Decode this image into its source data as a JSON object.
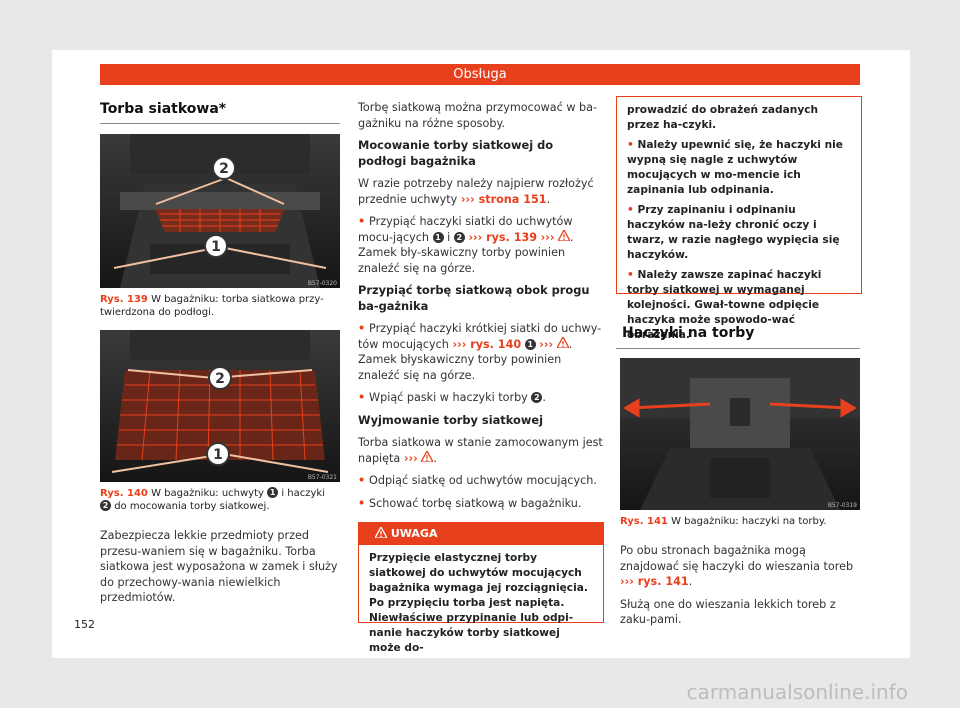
{
  "header": "Obsługa",
  "page_number": "152",
  "watermark": "carmanualsonline.info",
  "left": {
    "title": "Torba siatkowa*",
    "fig1": {
      "code": "B57-0320",
      "num": "Rys. 139",
      "text": "W bagażniku: torba siatkowa przy-twierdzona do podłogi."
    },
    "fig2": {
      "code": "B57-0321",
      "num": "Rys. 140",
      "text_a": "W bagażniku: uchwyty",
      "text_b": "i haczyki",
      "text_c": "do mocowania torby siatkowej."
    },
    "para": "Zabezpiecza lekkie przedmioty przed przesu-waniem się w bagażniku. Torba siatkowa jest wyposażona w zamek i służy do przechowy-wania niewielkich przedmiotów."
  },
  "middle": {
    "intro": "Torbę siatkową można przymocować w ba-gażniku na różne sposoby.",
    "h1": "Mocowanie torby siatkowej do podłogi bagażnika",
    "p1a": "W razie potrzeby należy najpierw rozłożyć przednie uchwyty",
    "p1ref": "››› strona 151",
    "b1a": "Przypiąć haczyki siatki do uchwytów mocu-jących",
    "b1and": "i",
    "b1ref": "››› rys. 139",
    "b1b": ". Zamek bły-skawiczny torby powinien znaleźć się na górze.",
    "h2": "Przypiąć torbę siatkową obok progu ba-gażnika",
    "b2a": "Przypiąć haczyki krótkiej siatki do uchwy-tów mocujących",
    "b2ref": "››› rys. 140",
    "b2b": ". Zamek błyskawiczny torby powinien znaleźć się na górze.",
    "b3": "Wpiąć paski w haczyki torby",
    "h3": "Wyjmowanie torby siatkowej",
    "p3": "Torba siatkowa w stanie zamocowanym jest napięta",
    "b4": "Odpiąć siatkę od uchwytów mocujących.",
    "b5": "Schować torbę siatkową w bagażniku.",
    "warn_title": "UWAGA",
    "warn_text": "Przypięcie elastycznej torby siatkowej do uchwytów mocujących bagażnika wymaga jej rozciągnięcia. Po przypięciu torba jest napięta. Niewłaściwe przypinanie lub odpi-nanie haczyków torby siatkowej może do-"
  },
  "right": {
    "warn_cont": "prowadzić do obrażeń zadanych przez ha-czyki.",
    "wb1": "Należy upewnić się, że haczyki nie wypną się nagle z uchwytów mocujących w mo-mencie ich zapinania lub odpinania.",
    "wb2": "Przy zapinaniu i odpinaniu haczyków na-leży chronić oczy i twarz, w razie nagłego wypięcia się haczyków.",
    "wb3": "Należy zawsze zapinać haczyki torby siatkowej w wymaganej kolejności. Gwał-towne odpięcie haczyka może spowodo-wać obrażenia.",
    "title": "Haczyki na torby",
    "fig": {
      "code": "B57-0319",
      "num": "Rys. 141",
      "text": "W bagażniku: haczyki na torby."
    },
    "p1a": "Po obu stronach bagażnika mogą znajdować się haczyki do wieszania toreb",
    "p1ref": "››› rys. 141",
    "p2": "Służą one do wieszania lekkich toreb z zaku-pami."
  },
  "markers": {
    "one": "1",
    "two": "2",
    "arrows": "›››",
    "dot": "."
  },
  "colors": {
    "accent": "#e8401c",
    "page": "#ffffff",
    "backdrop": "#e8e8e8"
  }
}
